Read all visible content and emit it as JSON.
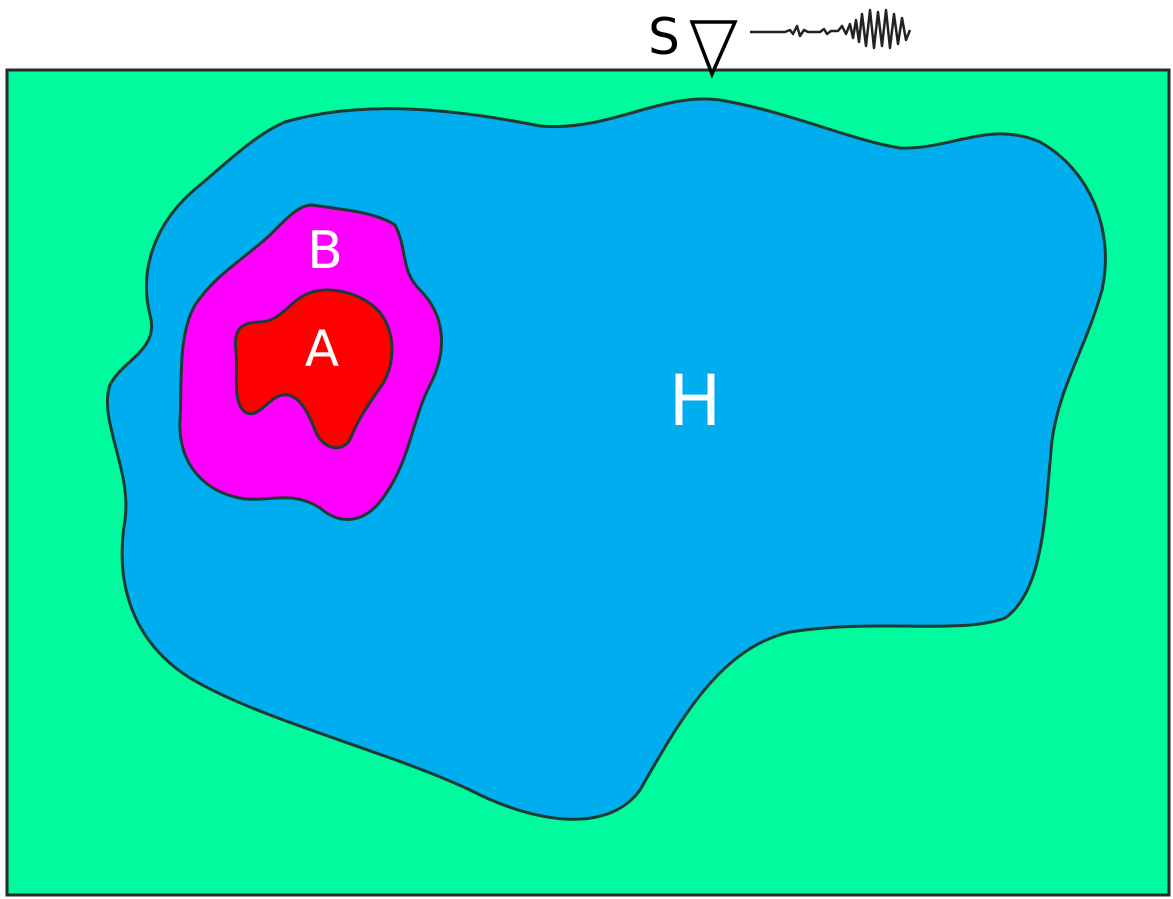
{
  "labels": {
    "station": "S",
    "zone_a": "A",
    "zone_b": "B",
    "zone_h": "H"
  },
  "colors": {
    "background_region": "#00FA9E",
    "zone_h": "#00AEEF",
    "zone_b": "#FF00FF",
    "zone_a": "#FF0000",
    "label_text": "#FFFFFF",
    "station_text": "#000000",
    "outline": "#1E3A32"
  },
  "icons": {
    "station_marker": "inverted-triangle-icon",
    "signal": "seismogram-waveform-icon"
  }
}
